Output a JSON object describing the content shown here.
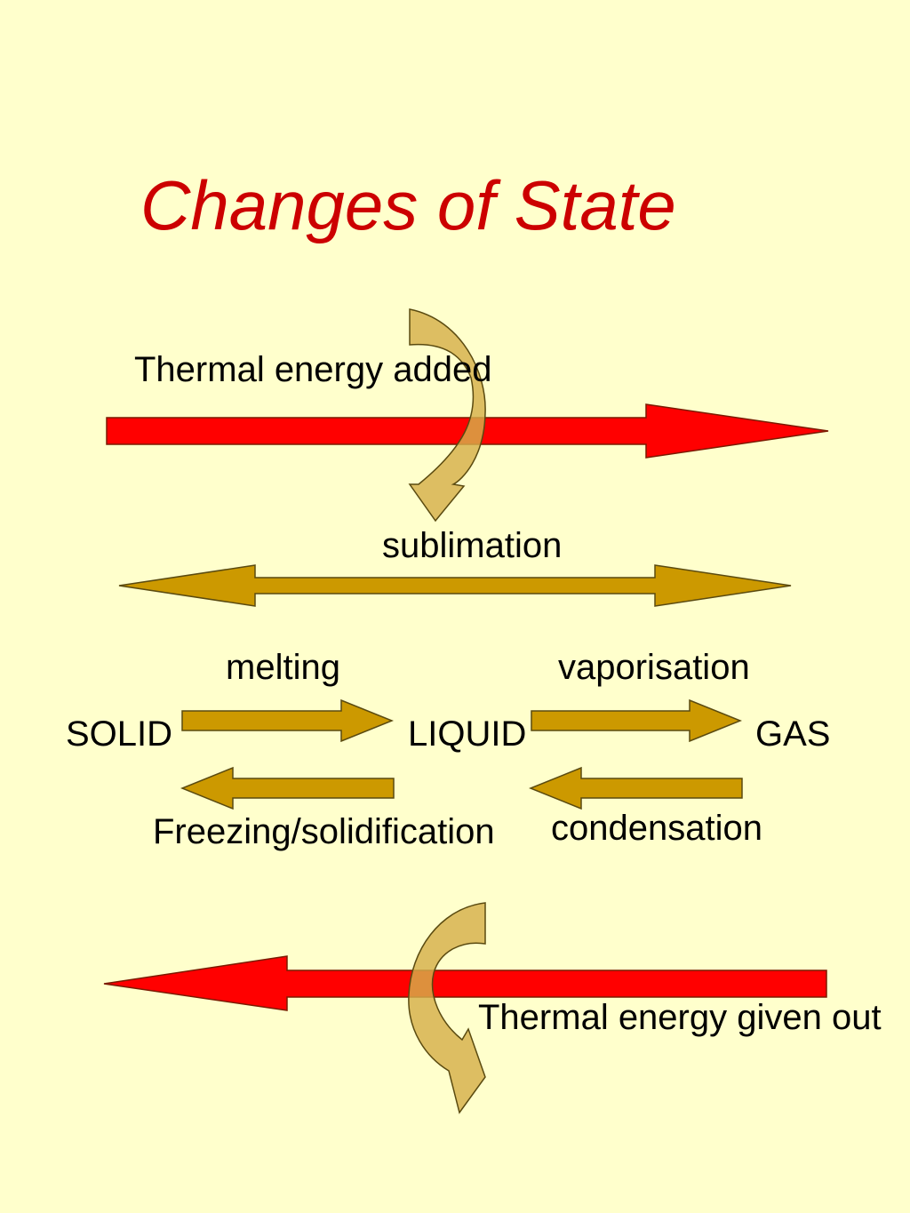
{
  "slide": {
    "title": "Changes of State",
    "labels": {
      "thermal_added": "Thermal energy added",
      "sublimation": "sublimation",
      "melting": "melting",
      "vaporisation": "vaporisation",
      "solid": "SOLID",
      "liquid": "LIQUID",
      "gas": "GAS",
      "freezing": "Freezing/solidification",
      "condensation": "condensation",
      "thermal_given": "Thermal energy given out"
    }
  },
  "colors": {
    "background": "#ffffcc",
    "title": "#cc0000",
    "energy_arrow": "#ff0000",
    "process_arrow": "#cc9900",
    "curved_arrow": "#d4b04a"
  }
}
